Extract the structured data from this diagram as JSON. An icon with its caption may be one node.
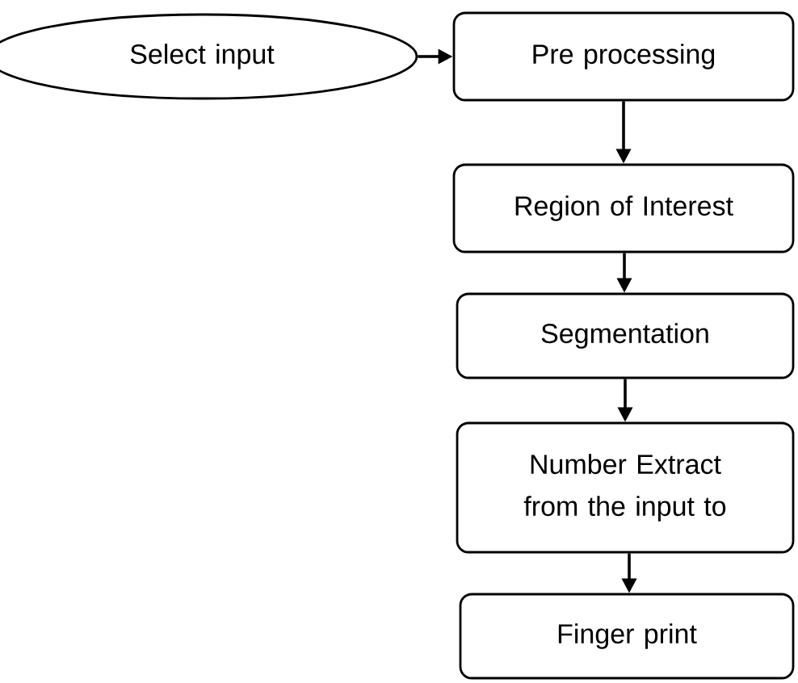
{
  "diagram": {
    "nodes": [
      {
        "text": [
          "Select input"
        ]
      },
      {
        "text": [
          "Pre processing"
        ]
      },
      {
        "text": [
          "Region of Interest"
        ]
      },
      {
        "text": [
          "Segmentation"
        ]
      },
      {
        "text": [
          "Number Extract from the input to"
        ]
      },
      {
        "text": [
          "Finger print"
        ]
      }
    ],
    "edges": [
      {
        "from": 0,
        "to": 1,
        "arrow": "to"
      },
      {
        "from": 1,
        "to": 2,
        "arrow": "to"
      },
      {
        "from": 2,
        "to": 3,
        "arrow": "to"
      },
      {
        "from": 3,
        "to": 4,
        "arrow": "to"
      },
      {
        "from": 4,
        "to": 5,
        "arrow": "to"
      }
    ]
  }
}
